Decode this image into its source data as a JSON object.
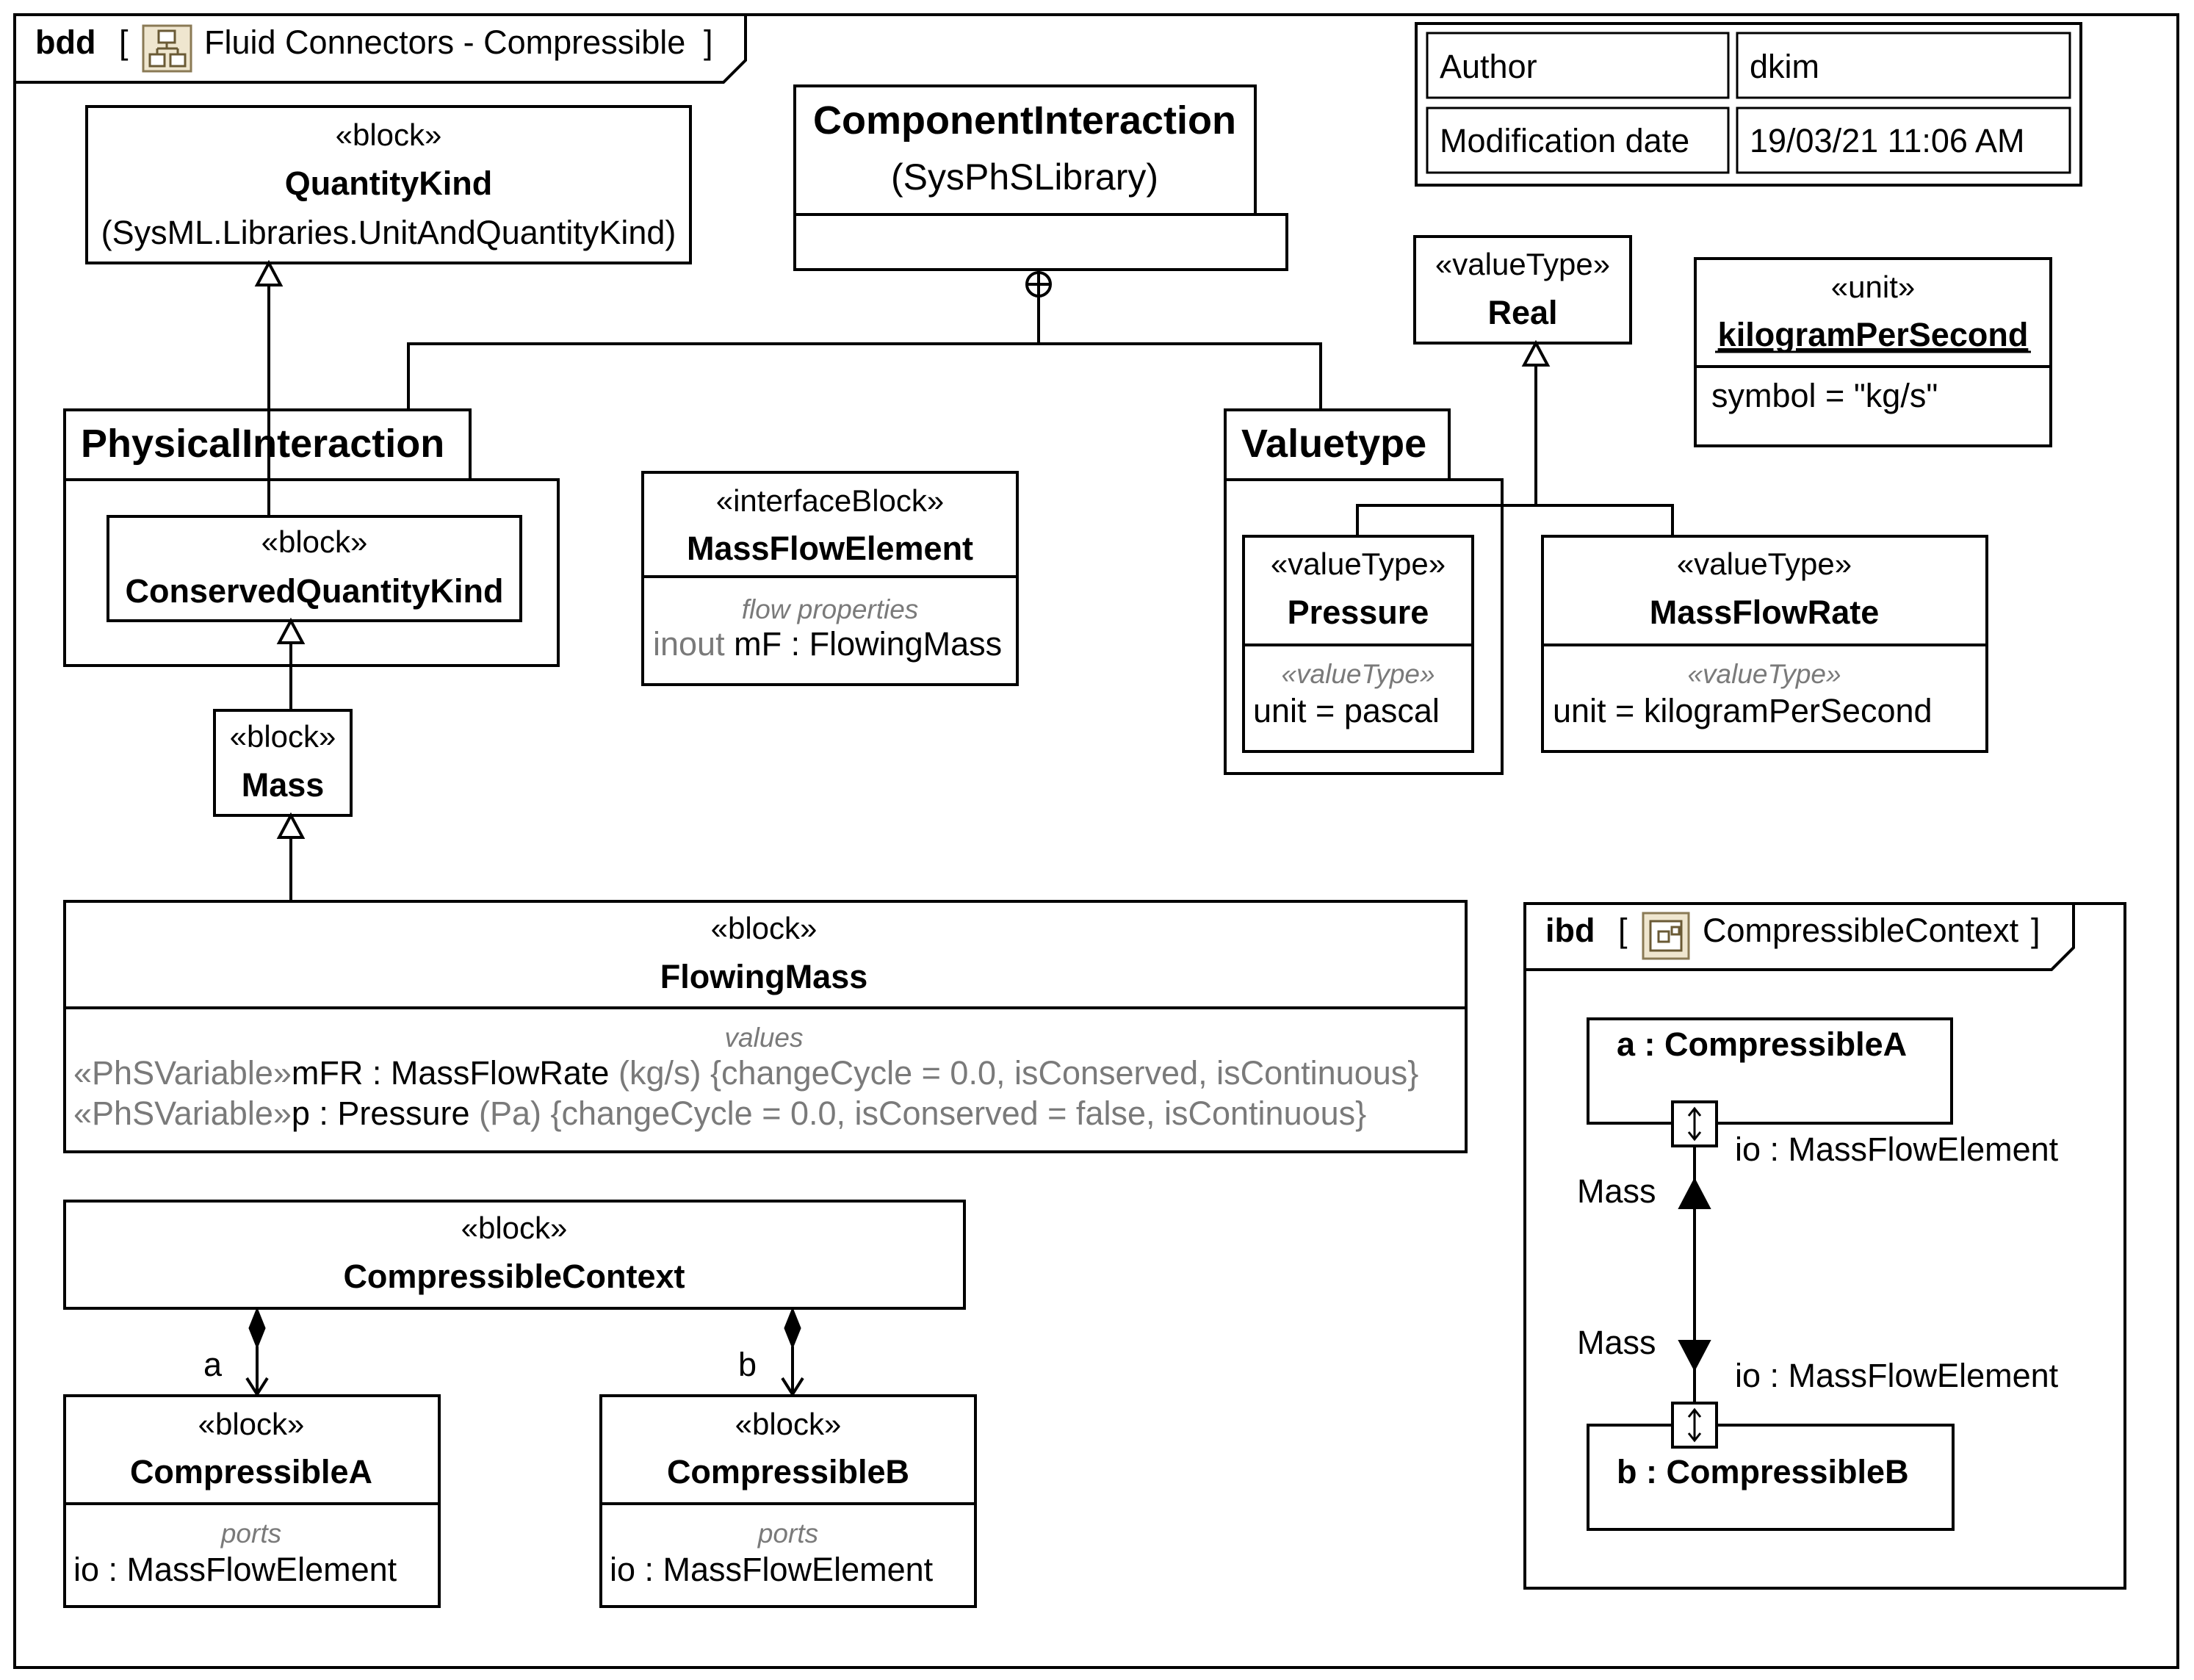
{
  "bdd": {
    "kind": "bdd",
    "name": "Fluid Connectors - Compressible"
  },
  "meta": {
    "author_label": "Author",
    "author_value": "dkim",
    "date_label": "Modification date",
    "date_value": "19/03/21 11:06 AM"
  },
  "blocks": {
    "quantity_kind": {
      "stereo": "«block»",
      "name": "QuantityKind",
      "owner": "(SysML.Libraries.UnitAndQuantityKind)"
    },
    "component_interaction": {
      "name": "ComponentInteraction",
      "owner": "(SysPhSLibrary)"
    },
    "physical_interaction": {
      "name": "PhysicalInteraction"
    },
    "conserved_quantity_kind": {
      "stereo": "«block»",
      "name": "ConservedQuantityKind"
    },
    "mass": {
      "stereo": "«block»",
      "name": "Mass"
    },
    "mass_flow_element": {
      "stereo": "«interfaceBlock»",
      "name": "MassFlowElement",
      "section": "flow properties",
      "direction": "inout",
      "prop": "mF",
      "type": " : FlowingMass"
    },
    "valuetype_pkg": {
      "name": "Valuetype"
    },
    "real": {
      "stereo": "«valueType»",
      "name": "Real"
    },
    "kilogram_per_second": {
      "stereo": "«unit»",
      "name": "kilogramPerSecond",
      "attr": "symbol = \"kg/s\""
    },
    "pressure": {
      "stereo": "«valueType»",
      "name": "Pressure",
      "section": "«valueType»",
      "attr": "unit = pascal"
    },
    "mass_flow_rate": {
      "stereo": "«valueType»",
      "name": "MassFlowRate",
      "section": "«valueType»",
      "attr": "unit = kilogramPerSecond"
    },
    "flowing_mass": {
      "stereo": "«block»",
      "name": "FlowingMass",
      "section": "values",
      "values": [
        {
          "stereo": "«PhSVariable»",
          "name": "mFR",
          "type": " : MassFlowRate ",
          "unit": "(kg/s)",
          "constraints": " {changeCycle = 0.0, isConserved, isContinuous}"
        },
        {
          "stereo": "«PhSVariable»",
          "name": "p",
          "type": " : Pressure ",
          "unit": "(Pa)",
          "constraints": " {changeCycle = 0.0, isConserved = false, isContinuous}"
        }
      ]
    },
    "compressible_context": {
      "stereo": "«block»",
      "name": "CompressibleContext"
    },
    "compressible_a": {
      "stereo": "«block»",
      "name": "CompressibleA",
      "section": "ports",
      "port": "io : MassFlowElement"
    },
    "compressible_b": {
      "stereo": "«block»",
      "name": "CompressibleB",
      "section": "ports",
      "port": "io : MassFlowElement"
    }
  },
  "roles": {
    "a": "a",
    "b": "b"
  },
  "ibd": {
    "kind": "ibd",
    "name": "CompressibleContext",
    "part_a": "a : CompressibleA",
    "part_b": "b : CompressibleB",
    "port_a": "io : MassFlowElement",
    "port_b": "io : MassFlowElement",
    "end_a": "Mass",
    "end_b": "Mass"
  }
}
